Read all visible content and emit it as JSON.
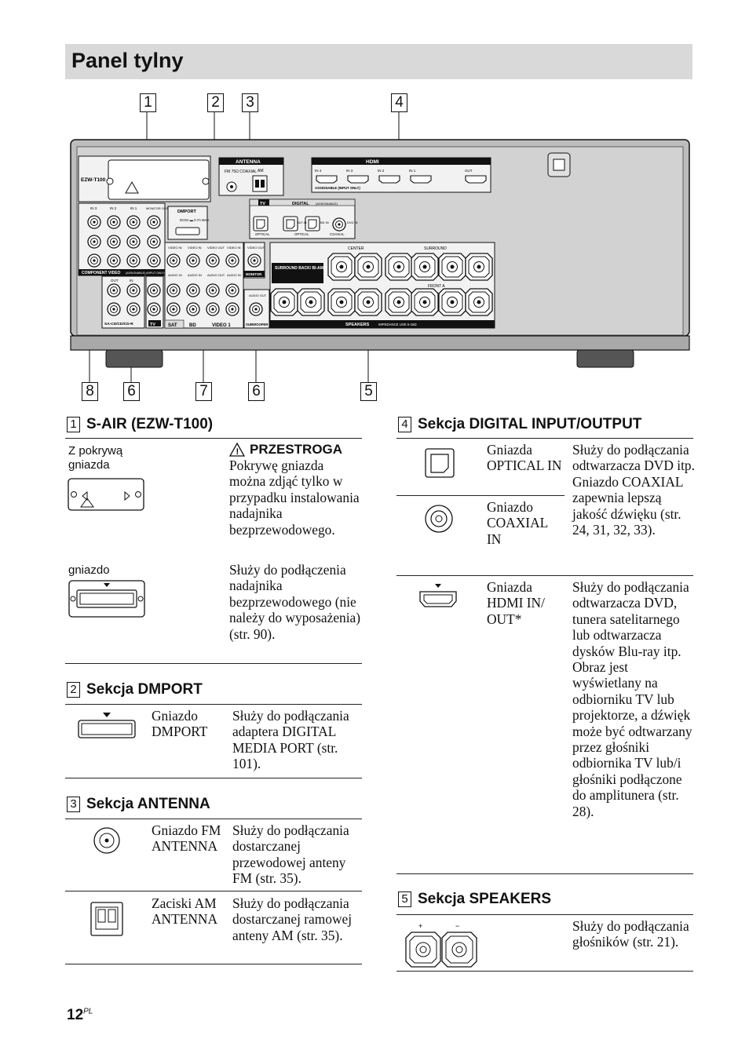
{
  "page_title": "Panel tylny",
  "callouts_top": [
    "1",
    "2",
    "3",
    "4"
  ],
  "callouts_bottom": [
    "8",
    "6",
    "7",
    "6",
    "5"
  ],
  "panel_labels": {
    "ezw": "EZW-T100",
    "antenna": "ANTENNA",
    "fm": "FM 75Ω COAXIAL",
    "am": "AM",
    "hdmi": "HDMI",
    "hdmi_in4": "IN 4",
    "hdmi_in3": "IN 3",
    "hdmi_in2": "IN 2",
    "hdmi_in1": "IN 1",
    "hdmi_out": "OUT",
    "assignable": "ASSIGNABLE (INPUT ONLY)",
    "dmport": "DMPORT",
    "dmport_dc": "DC5V ▬ 0.7A MAX",
    "tv": "TV",
    "digital": "DIGITAL",
    "digital_assignable": "(ASSIGNABLE)",
    "optical": "OPTICAL",
    "coaxial": "COAXIAL",
    "sat_in": "SAT IN",
    "bd_in": "BD IN",
    "dvd_in": "DVD IN",
    "component_video": "COMPONENT VIDEO",
    "component_assignable": "(ASSIGNABLE) (INPUT ONLY)",
    "in3": "IN 3",
    "in2": "IN 2",
    "in1": "IN 1",
    "monitor_out": "MONITOR OUT",
    "video_in": "VIDEO IN",
    "video_out": "VIDEO OUT",
    "audio_in": "AUDIO IN",
    "audio_out": "AUDIO OUT",
    "monitor": "MONITOR",
    "subwoofer": "SUBWOOFER",
    "surround_back": "SURROUND BACK/ BI-AMP/ FRONT B",
    "center": "CENTER",
    "surround": "SURROUND",
    "front_a": "FRONT A",
    "speakers": "SPEAKERS",
    "impedance": "IMPEDANCE USE 6-16Ω",
    "sa_cd": "SA-CD/CD/CD-R",
    "sat": "SAT",
    "bd": "BD",
    "video1": "VIDEO 1",
    "out": "OUT",
    "in": "IN"
  },
  "section1": {
    "num": "1",
    "title": "S-AIR (EZW-T100)",
    "cover_label": "Z pokrywą gniazda",
    "caution_title": "PRZESTROGA",
    "caution_text": "Pokrywę gniazda można zdjąć tylko w przypadku instalowania nadajnika bezprzewodowego.",
    "socket_label": "gniazdo",
    "socket_text": "Służy do podłączenia nadajnika bezprzewodowego (nie należy do wyposażenia) (str. 90)."
  },
  "section2": {
    "num": "2",
    "title": "Sekcja DMPORT",
    "name": "Gniazdo DMPORT",
    "text": "Służy do podłączania adaptera DIGITAL MEDIA PORT (str. 101)."
  },
  "section3": {
    "num": "3",
    "title": "Sekcja ANTENNA",
    "fm_name": "Gniazdo FM ANTENNA",
    "fm_text": "Służy do podłączania dostarczanej przewodowej anteny FM (str. 35).",
    "am_name": "Zaciski AM ANTENNA",
    "am_text": "Służy do podłączania dostarczanej ramowej anteny AM (str. 35)."
  },
  "section4": {
    "num": "4",
    "title": "Sekcja DIGITAL INPUT/OUTPUT",
    "optical_name": "Gniazda OPTICAL IN",
    "coaxial_name": "Gniazdo COAXIAL IN",
    "digital_text": "Służy do podłączania odtwarzacza DVD itp. Gniazdo COAXIAL zapewnia lepszą jakość dźwięku (str. 24, 31, 32, 33).",
    "hdmi_name": "Gniazda HDMI IN/ OUT*",
    "hdmi_text": "Służy do podłączania odtwarzacza DVD, tunera satelitarnego lub odtwarzacza dysków Blu-ray itp. Obraz jest wyświetlany na odbiorniku TV lub projektorze, a dźwięk może być odtwarzany przez głośniki odbiornika TV lub/i głośniki podłączone do amplitunera (str. 28)."
  },
  "section5": {
    "num": "5",
    "title": "Sekcja SPEAKERS",
    "text": "Służy do podłączania głośników (str. 21)."
  },
  "page_number": "12",
  "page_suffix": "PL"
}
